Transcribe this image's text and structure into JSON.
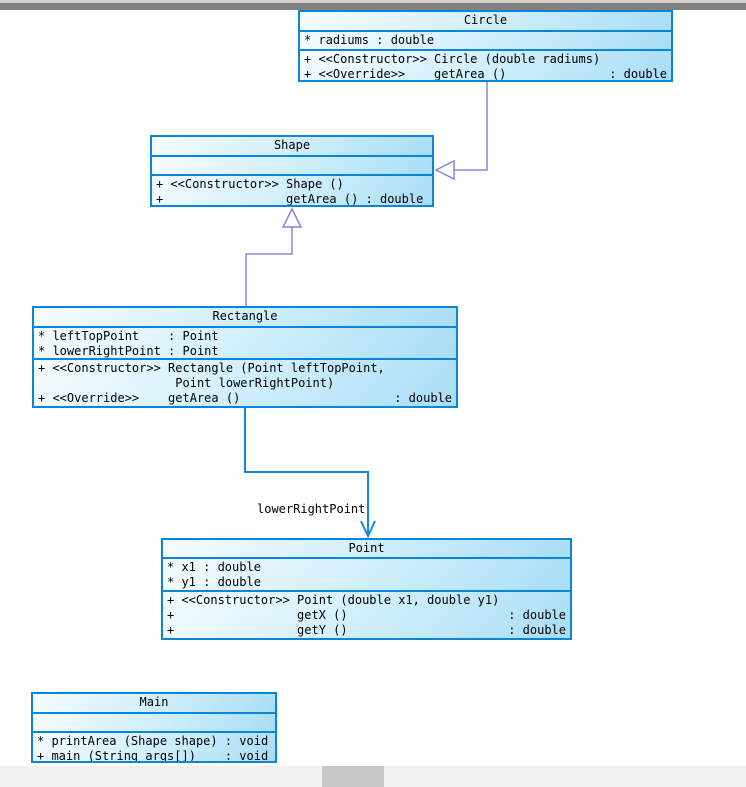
{
  "diagram": {
    "classes": [
      {
        "name": "Circle",
        "attributes": [
          "* radiums : double"
        ],
        "methods": [
          {
            "text": "+ <<Constructor>> Circle (double radiums)",
            "type": ""
          },
          {
            "text": "+ <<Override>>    getArea ()",
            "type": ": double"
          }
        ]
      },
      {
        "name": "Shape",
        "attributes": [],
        "methods": [
          {
            "text": "+ <<Constructor>> Shape ()",
            "type": ""
          },
          {
            "text": "+                 getArea () : double",
            "type": ""
          }
        ]
      },
      {
        "name": "Rectangle",
        "attributes": [
          "* leftTopPoint    : Point",
          "* lowerRightPoint : Point"
        ],
        "methods": [
          {
            "text": "+ <<Constructor>> Rectangle (Point leftTopPoint,",
            "type": ""
          },
          {
            "text": "                   Point lowerRightPoint)",
            "type": ""
          },
          {
            "text": "+ <<Override>>    getArea ()",
            "type": ": double"
          }
        ]
      },
      {
        "name": "Point",
        "attributes": [
          "* x1 : double",
          "* y1 : double"
        ],
        "methods": [
          {
            "text": "+ <<Constructor>> Point (double x1, double y1)",
            "type": ""
          },
          {
            "text": "+                 getX ()",
            "type": ": double"
          },
          {
            "text": "+                 getY ()",
            "type": ": double"
          }
        ]
      },
      {
        "name": "Main",
        "attributes": [],
        "methods": [
          {
            "text": "* printArea (Shape shape) : void",
            "type": ""
          },
          {
            "text": "+ main (String args[])    : void",
            "type": ""
          }
        ]
      }
    ],
    "edges": [
      {
        "type": "inheritance",
        "from": "Circle",
        "to": "Shape",
        "label": ""
      },
      {
        "type": "inheritance",
        "from": "Rectangle",
        "to": "Shape",
        "label": ""
      },
      {
        "type": "association",
        "from": "Rectangle",
        "to": "Point",
        "label": "lowerRightPoint"
      }
    ],
    "colors": {
      "box_border": "#0a85dc",
      "box_fill_light": "#f6fcff",
      "box_fill_dark": "#a9ddf6",
      "inheritance_line": "#8585e0",
      "association_line": "#1088e0",
      "text": "#000000"
    }
  }
}
